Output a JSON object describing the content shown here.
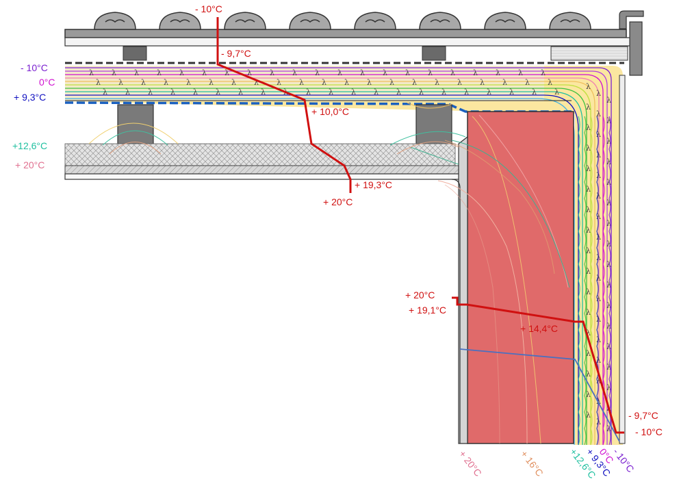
{
  "colors": {
    "red_line": "#d01010",
    "masonry": "#e06a6a",
    "insulation_yellow": "#fbe7a0",
    "violet": "#7a1fd0",
    "magenta": "#d010d0",
    "blue": "#1010c0",
    "teal": "#20c0a0",
    "pink": "#e07090",
    "tan": "#e09060",
    "steel_blue": "#4a70c0"
  },
  "left_labels": {
    "minus10": "- 10°C",
    "zero": "0°C",
    "plus93": "+ 9,3°C",
    "plus126": "+12,6°C",
    "plus20": "+  20°C"
  },
  "roof_labels": {
    "top": "- 10°C",
    "p97": "- 9,7°C",
    "p100": "+ 10,0°C",
    "p193": "+ 19,3°C",
    "p20": "+ 20°C"
  },
  "wall_labels": {
    "p20": "+ 20°C",
    "p191": "+ 19,1°C",
    "p144": "+ 14,4°C",
    "m97": "- 9,7°C",
    "m10": "- 10°C"
  },
  "bottom_labels": {
    "b20": "+ 20°C",
    "b16": "+ 16°C",
    "b126": "+12,6°C",
    "b93": "+ 9,3°C",
    "b0": "0°C",
    "bm10": "- 10°C"
  },
  "lambda_symbol": "λ"
}
